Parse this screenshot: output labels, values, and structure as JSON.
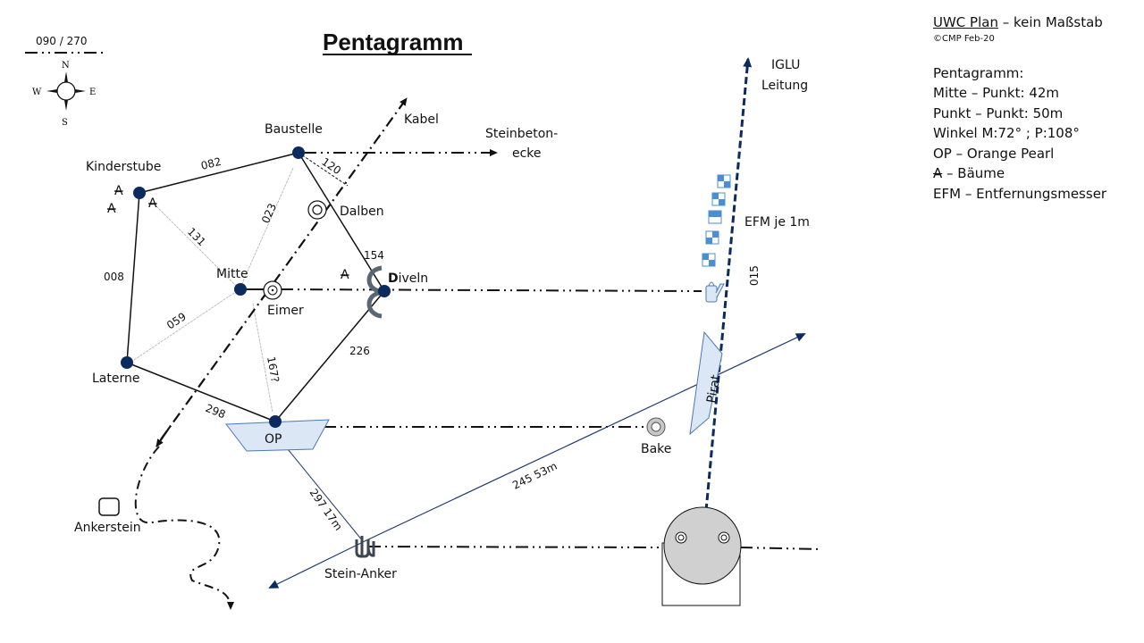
{
  "title": "Pentagramm",
  "compass": {
    "bearing_label": "090 / 270",
    "north": "N",
    "east": "E",
    "south": "S",
    "west": "W"
  },
  "legend": {
    "heading": "UWC Plan",
    "heading_suffix": " – kein Maßstab",
    "copyright": "©CMP Feb-20",
    "lines": [
      "Pentagramm:",
      "Mitte – Punkt: 42m",
      "Punkt – Punkt: 50m",
      "Winkel M:72° ; P:108°",
      "OP – Orange Pearl",
      "EFM – Entfernungsmesser"
    ],
    "tree_symbol": "A",
    "tree_text": " – Bäume"
  },
  "points": {
    "kinderstube": "Kinderstube",
    "baustelle": "Baustelle",
    "mitte": "Mitte",
    "diveln_bold": "D",
    "diveln_rest": "iveln",
    "laterne": "Laterne",
    "op": "OP",
    "eimer": "Eimer",
    "dalben": "Dalben",
    "bake": "Bake",
    "stein_anker": "Stein-Anker",
    "ankerstein": "Ankerstein",
    "pirat": "Pirat",
    "kabel": "Kabel",
    "steinbeton_1": "Steinbeton-",
    "steinbeton_2": "ecke",
    "iglu_1": "IGLU",
    "iglu_2": "Leitung",
    "efm": "EFM je 1m"
  },
  "bearings": {
    "kinder_baustelle": "082",
    "kinder_laterne": "008",
    "kinder_mitte": "131",
    "mitte_baustelle": "023",
    "mitte_laterne": "059",
    "baustelle_kabel": "120",
    "baustelle_diveln": "154",
    "diveln_op": "226",
    "laterne_op": "298",
    "mitte_op": "167?",
    "op_steinanker": "297 17m",
    "steinanker_pirat": "245  53m",
    "iglu": "015"
  },
  "tree_glyph": "A",
  "colors": {
    "node": "#0b2a5e",
    "accent_line": "#1f3a6e",
    "shape_fill": "#dbe7f5",
    "shape_stroke": "#4a78b8",
    "efm_blue": "#4a8fd6",
    "grey": "#c8c8c8",
    "bracket": "#5b6770"
  }
}
